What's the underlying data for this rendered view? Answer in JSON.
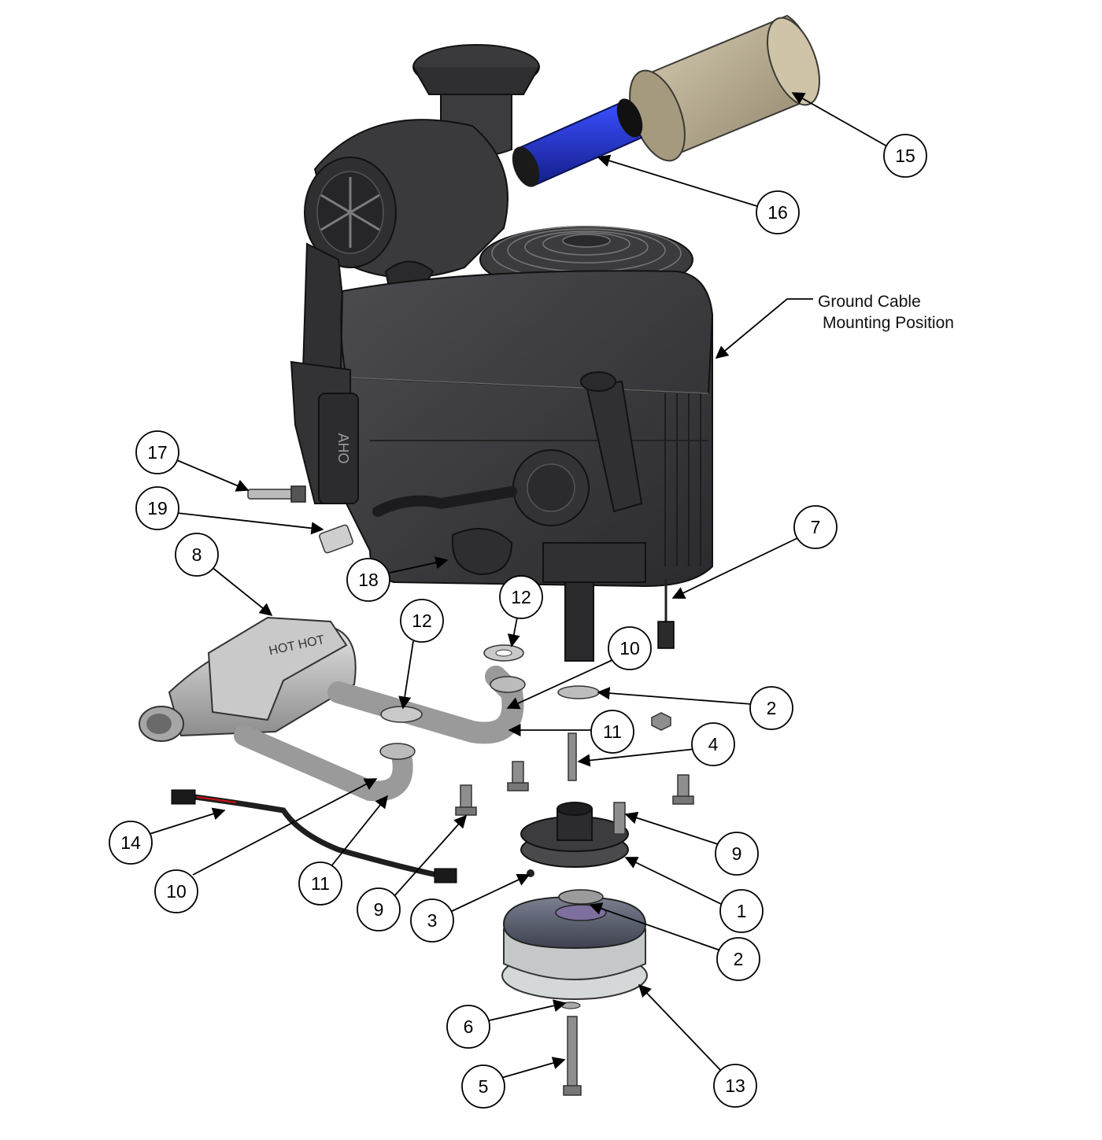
{
  "diagram": {
    "ground_note": {
      "line1": "Ground Cable",
      "line2": "Mounting Position"
    },
    "callouts": [
      {
        "id": "callout-15",
        "label": "15"
      },
      {
        "id": "callout-16",
        "label": "16"
      },
      {
        "id": "callout-17",
        "label": "17"
      },
      {
        "id": "callout-19",
        "label": "19"
      },
      {
        "id": "callout-8",
        "label": "8"
      },
      {
        "id": "callout-18",
        "label": "18"
      },
      {
        "id": "callout-7",
        "label": "7"
      },
      {
        "id": "callout-12a",
        "label": "12"
      },
      {
        "id": "callout-12b",
        "label": "12"
      },
      {
        "id": "callout-10a",
        "label": "10"
      },
      {
        "id": "callout-2a",
        "label": "2"
      },
      {
        "id": "callout-11a",
        "label": "11"
      },
      {
        "id": "callout-4",
        "label": "4"
      },
      {
        "id": "callout-14",
        "label": "14"
      },
      {
        "id": "callout-9a",
        "label": "9"
      },
      {
        "id": "callout-10b",
        "label": "10"
      },
      {
        "id": "callout-11b",
        "label": "11"
      },
      {
        "id": "callout-9b",
        "label": "9"
      },
      {
        "id": "callout-3",
        "label": "3"
      },
      {
        "id": "callout-1",
        "label": "1"
      },
      {
        "id": "callout-2b",
        "label": "2"
      },
      {
        "id": "callout-6",
        "label": "6"
      },
      {
        "id": "callout-5",
        "label": "5"
      },
      {
        "id": "callout-13",
        "label": "13"
      }
    ],
    "engine_decal": "AHO",
    "muffler_decal": "HOT HOT",
    "colors": {
      "engine_body": "#3b3b3d",
      "engine_dark": "#2a2a2c",
      "engine_edge": "#1a1a1a",
      "intake_tube": "#2030c8",
      "air_cleaner": "#b9ab8f",
      "muffler": "#b8b8b8",
      "clutch": "#5c6270"
    }
  }
}
